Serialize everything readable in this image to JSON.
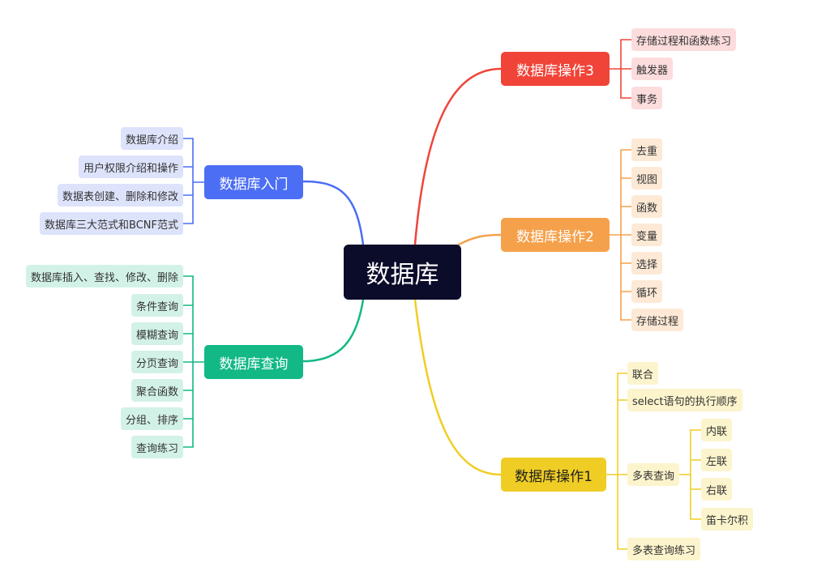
{
  "root": {
    "label": "数据库"
  },
  "colors": {
    "root_bg": "#0b0b2a",
    "intro": "#4c6ef5",
    "query": "#12b886",
    "op1": "#f0cd25",
    "op2": "#f5a14c",
    "op3": "#f04438",
    "leaf_intro_bg": "#dde3fb",
    "leaf_query_bg": "#d3f2e7",
    "leaf_op1_bg": "#fcf4cc",
    "leaf_op2_bg": "#fde9d5",
    "leaf_op3_bg": "#fcdcdc"
  },
  "branches": {
    "intro": {
      "label": "数据库入门",
      "children": [
        "数据库介绍",
        "用户权限介绍和操作",
        "数据表创建、删除和修改",
        "数据库三大范式和BCNF范式"
      ]
    },
    "query": {
      "label": "数据库查询",
      "children": [
        "数据库插入、查找、修改、删除",
        "条件查询",
        "模糊查询",
        "分页查询",
        "聚合函数",
        "分组、排序",
        "查询练习"
      ]
    },
    "op3": {
      "label": "数据库操作3",
      "children": [
        "存储过程和函数练习",
        "触发器",
        "事务"
      ]
    },
    "op2": {
      "label": "数据库操作2",
      "children": [
        "去重",
        "视图",
        "函数",
        "变量",
        "选择",
        "循环",
        "存储过程"
      ]
    },
    "op1": {
      "label": "数据库操作1",
      "children": [
        "联合",
        "select语句的执行顺序",
        "多表查询",
        "多表查询练习"
      ],
      "multi_join": [
        "内联",
        "左联",
        "右联",
        "笛卡尔积"
      ]
    }
  }
}
